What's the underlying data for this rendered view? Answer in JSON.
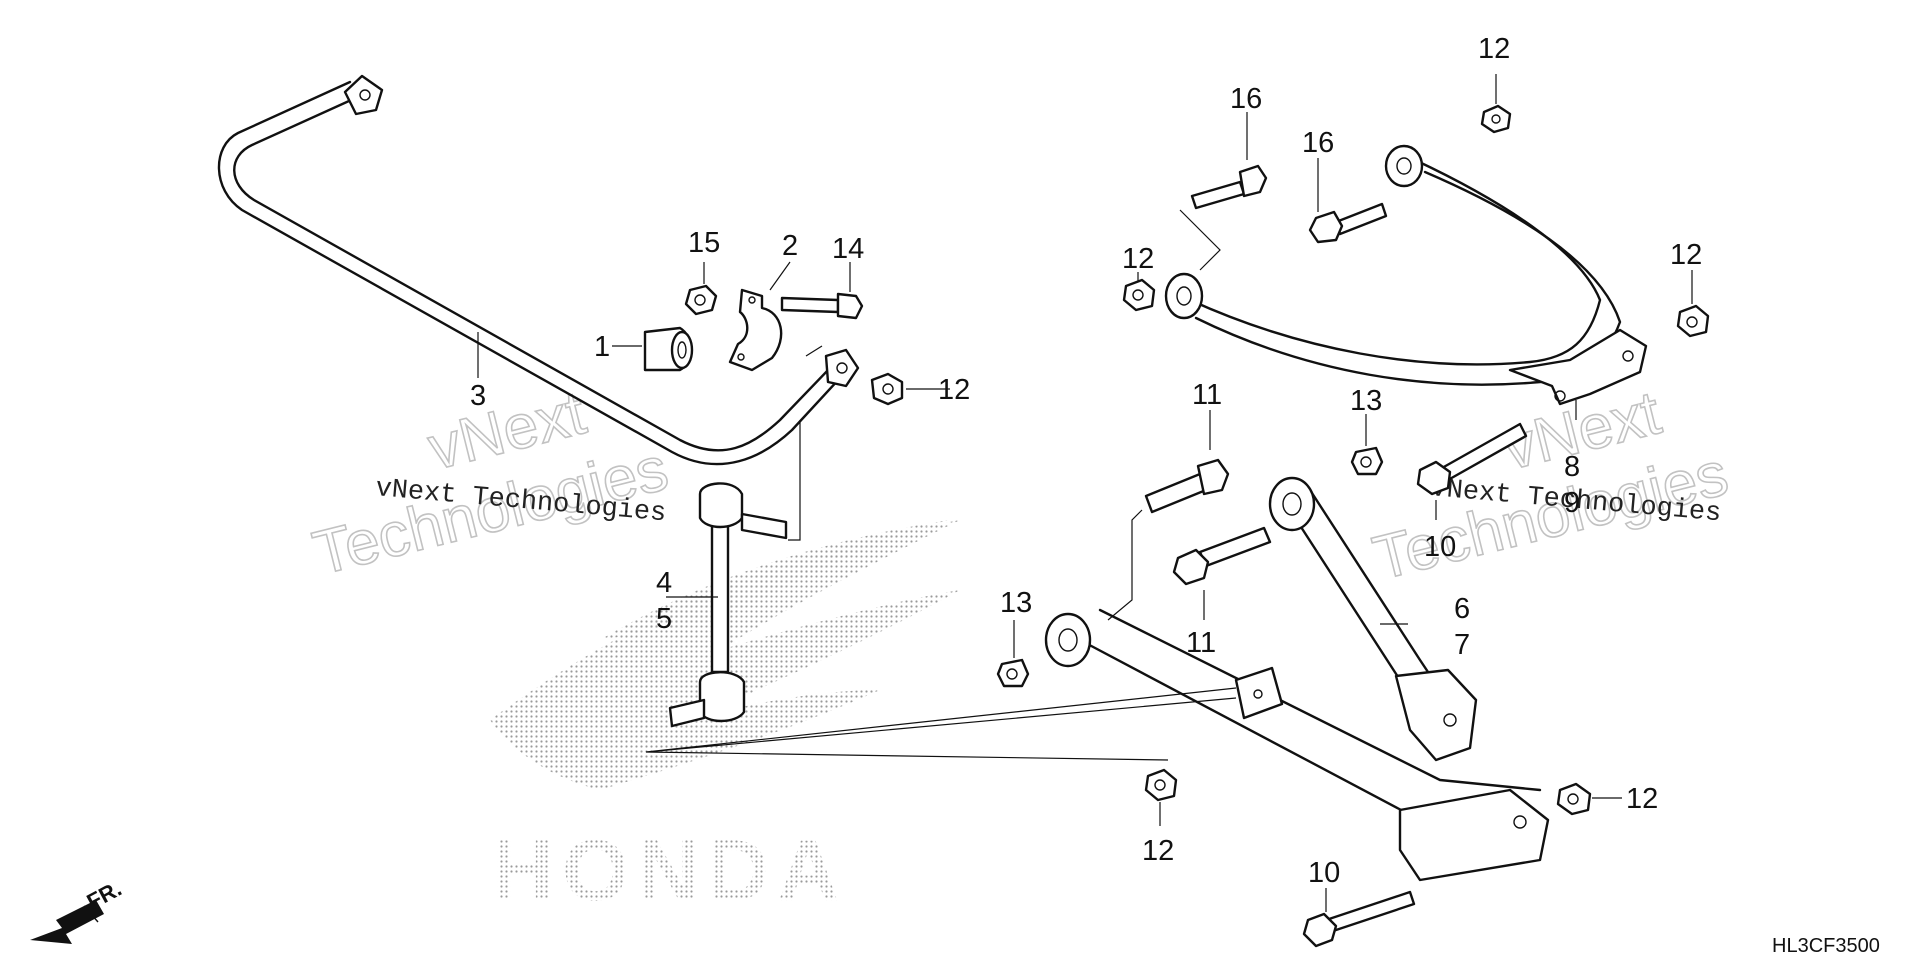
{
  "diagram_code": "HL3CF3500",
  "front_marker": "FR.",
  "logo_text": "HONDA",
  "watermark": {
    "brand": "vNext",
    "line2": "Technologies",
    "caption": "vNext Technologies"
  },
  "callouts": {
    "c1": "1",
    "c2": "2",
    "c3": "3",
    "c4": "4",
    "c5": "5",
    "c6": "6",
    "c7": "7",
    "c8": "8",
    "c9": "9",
    "c10a": "10",
    "c10b": "10",
    "c11a": "11",
    "c11b": "11",
    "c12a": "12",
    "c12b": "12",
    "c12c": "12",
    "c12d": "12",
    "c12e": "12",
    "c12f": "12",
    "c13a": "13",
    "c13b": "13",
    "c14": "14",
    "c15": "15",
    "c16a": "16",
    "c16b": "16"
  }
}
